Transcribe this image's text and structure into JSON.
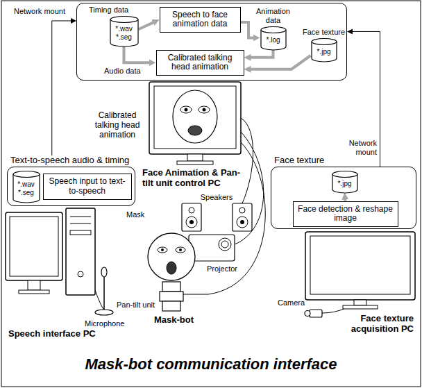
{
  "diagram": {
    "caption": "Mask-bot communication interface",
    "nodes": [
      {
        "text": []
      },
      {
        "text": [
          "*.wav *.seg"
        ],
        "in": 0
      },
      {
        "text": [
          "Speech to face animation data"
        ],
        "in": 0
      },
      {
        "text": [
          "Animation data",
          "*.log"
        ],
        "in": 0
      },
      {
        "text": [
          "Face texture",
          "*.jpg"
        ],
        "in": 0
      },
      {
        "text": [
          "Calibrated talking head animation"
        ],
        "in": 0
      },
      {
        "text": [
          "Text-to-speech audio & timing"
        ]
      },
      {
        "text": [
          "*.wav *.seg"
        ],
        "in": 6
      },
      {
        "text": [
          "Speech input to text-to-speech"
        ],
        "in": 6
      },
      {
        "text": [
          "Face texture"
        ]
      },
      {
        "text": [
          "*.jpg"
        ],
        "in": 9
      },
      {
        "text": [
          "Face detection & reshape image"
        ],
        "in": 9
      }
    ],
    "edges": [
      {
        "from": 1,
        "to": 2,
        "arrow": "to",
        "label": "Timing data"
      },
      {
        "from": 2,
        "to": 3,
        "arrow": "to"
      },
      {
        "from": 3,
        "to": 5,
        "arrow": "to"
      },
      {
        "from": 4,
        "to": 5,
        "arrow": "to"
      },
      {
        "from": 1,
        "to": 5,
        "arrow": "to",
        "label": "Audio data"
      },
      {
        "from": 6,
        "to": 0,
        "arrow": "to",
        "label": "Network mount"
      },
      {
        "from": 9,
        "to": 0,
        "arrow": "to",
        "label": "Network mount"
      },
      {
        "from": 11,
        "to": 10,
        "arrow": "to"
      }
    ],
    "labels": [
      "Calibrated talking head animation",
      "Face Animation & Pan-tilt unit control PC",
      "Speakers",
      "Mask",
      "Projector",
      "Microphone",
      "Pan-tilt unit",
      "Mask-bot",
      "Camera",
      "Speech interface PC",
      "Face texture acquisition PC"
    ]
  }
}
